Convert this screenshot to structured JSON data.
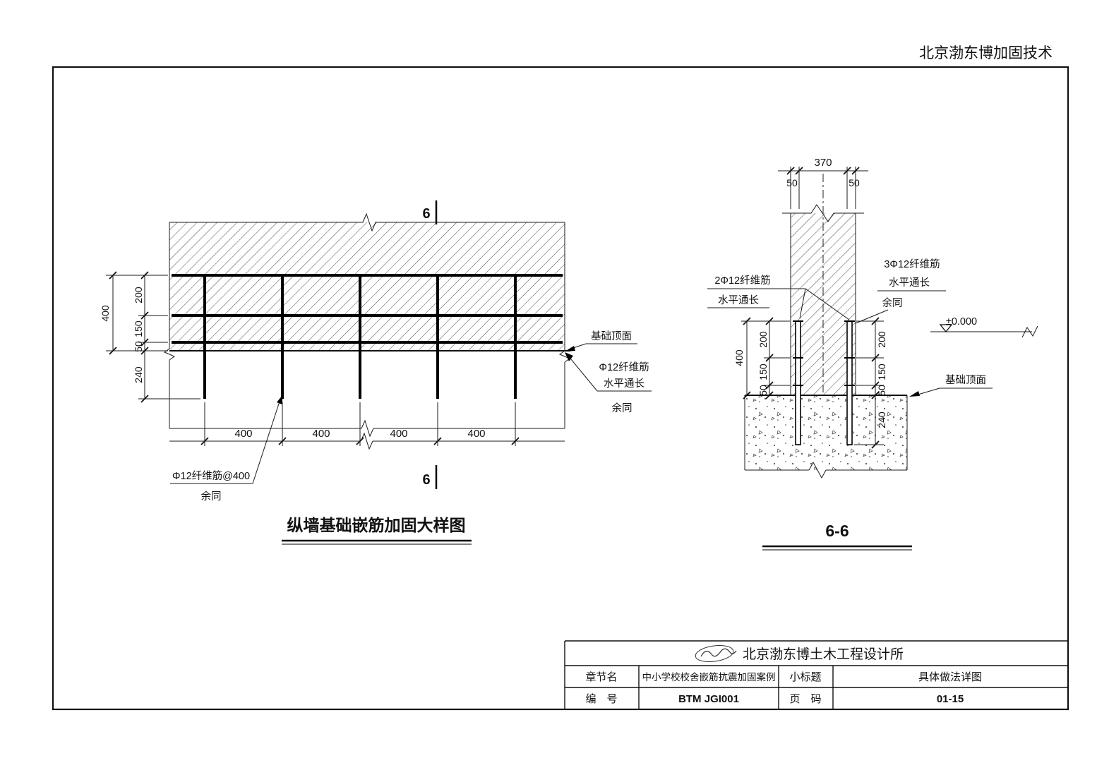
{
  "page": {
    "watermark": "北京渤东博加固技术"
  },
  "elevation": {
    "title": "纵墙基础嵌筋加固大样图",
    "section_marker": "6",
    "dim_total": "400",
    "dim_200": "200",
    "dim_150": "150",
    "dim_50": "50",
    "dim_embed": "240",
    "dim_spacing": [
      "400",
      "400",
      "400",
      "400"
    ],
    "label_foundation_top": "基础顶面",
    "note_right_1": "Φ12纤维筋",
    "note_right_2": "水平通长",
    "note_right_3": "余同",
    "note_bottom_1": "Φ12纤维筋@400",
    "note_bottom_2": "余同"
  },
  "section": {
    "title": "6-6",
    "dim_width": "370",
    "dim_50_left": "50",
    "dim_50_right": "50",
    "dim_total": "400",
    "dim_200_left": "200",
    "dim_150_left": "150",
    "dim_50l": "50",
    "dim_200_right": "200",
    "dim_150_right": "150",
    "dim_50r": "50",
    "dim_embed": "240",
    "level_label": "±0.000",
    "label_foundation_top": "基础顶面",
    "note_left_1": "2Φ12纤维筋",
    "note_left_2": "水平通长",
    "note_right_1": "3Φ12纤维筋",
    "note_right_2": "水平通长",
    "note_right_3": "余同"
  },
  "title_block": {
    "company": "北京渤东博土木工程设计所",
    "chapter_label": "章节名",
    "chapter_value": "中小学校校舍嵌筋抗震加固案例",
    "subtitle_label": "小标题",
    "subtitle_value": "具体做法详图",
    "number_label": "编　号",
    "number_value": "BTM JGI001",
    "page_label": "页　码",
    "page_value": "01-15"
  }
}
